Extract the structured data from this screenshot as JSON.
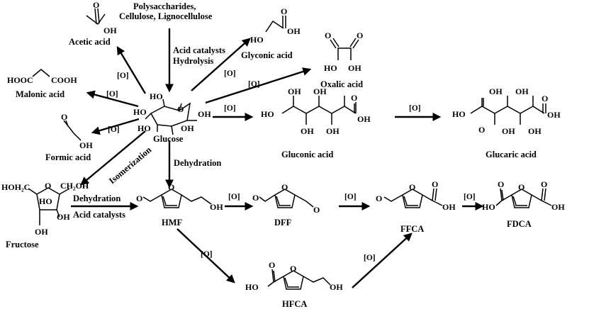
{
  "feedstock": {
    "line1": "Polysaccharides,",
    "line2": "Cellulose, Lignocellulose"
  },
  "hydrolysis": {
    "line1": "Acid catalysts",
    "line2": "Hydrolysis"
  },
  "oxidant": "[O]",
  "isomerization": "Isomerization",
  "dehydration": "Dehydration",
  "dehydration_acid": {
    "line1": "Dehydration",
    "line2": "Acid catalysts"
  },
  "compounds": {
    "glucose": "Glucose",
    "fructose": "Fructose",
    "acetic": "Acetic acid",
    "malonic": "Malonic acid",
    "formic": "Formic acid",
    "glyconic": "Glyconic acid",
    "oxalic": "Oxalic acid",
    "gluconic": "Gluconic acid",
    "glucaric": "Glucaric acid",
    "hmf": "HMF",
    "dff": "DFF",
    "ffca": "FFCA",
    "fdca": "FDCA",
    "hfca": "HFCA"
  },
  "atoms": {
    "HO": "HO",
    "OH": "OH",
    "O": "O",
    "HOOC": "HOOC",
    "COOH": "COOH",
    "HOH2C": "HOH₂C",
    "CH2OH": "CH₂OH"
  }
}
